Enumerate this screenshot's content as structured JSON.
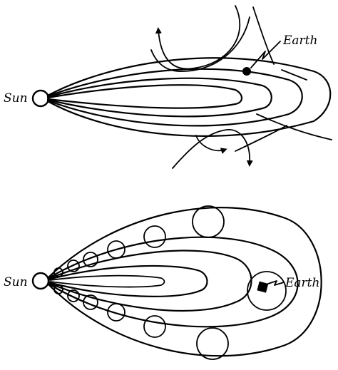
{
  "top_panel": {
    "sun_label": "Sun",
    "earth_label": "Earth"
  },
  "bottom_panel": {
    "sun_label": "Sun",
    "earth_label": "Earth"
  }
}
